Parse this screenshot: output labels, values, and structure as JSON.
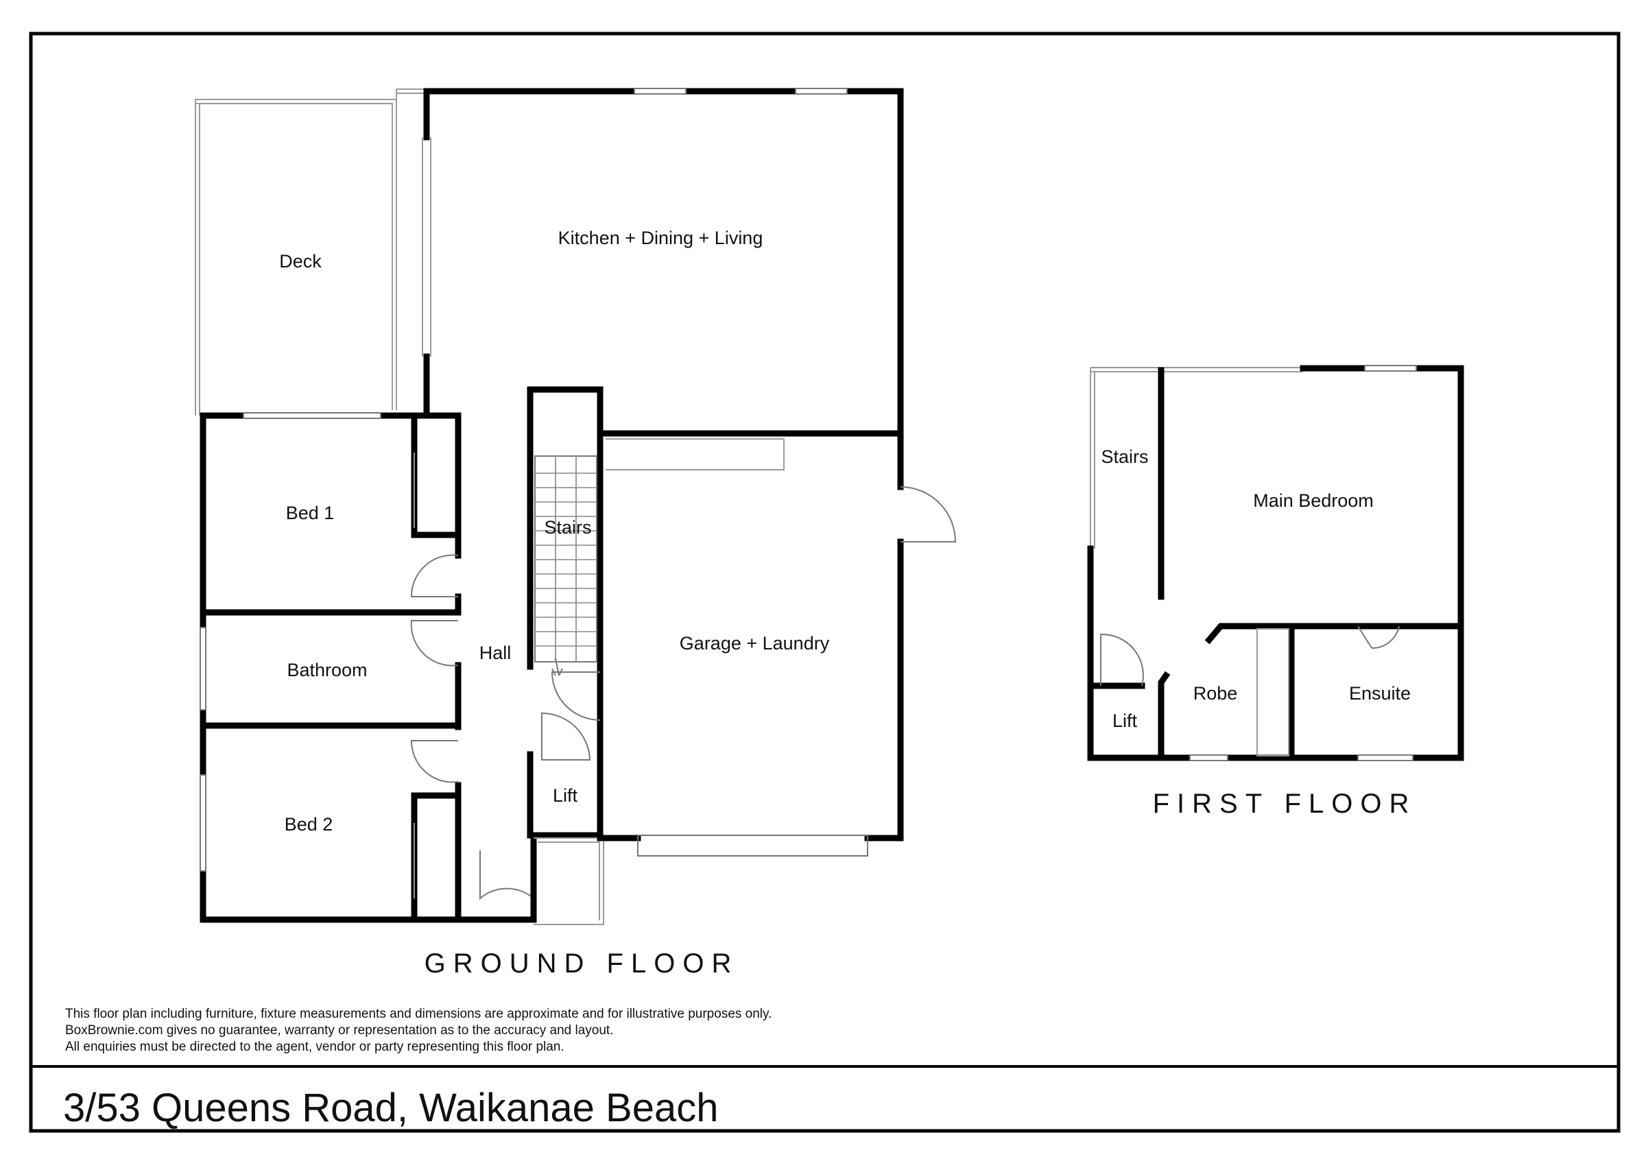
{
  "rooms": {
    "deck": "Deck",
    "kitchen_dining_living": "Kitchen + Dining + Living",
    "bed_1": "Bed 1",
    "bathroom": "Bathroom",
    "hall": "Hall",
    "stairs_ground": "Stairs",
    "garage_laundry": "Garage + Laundry",
    "lift_ground": "Lift",
    "bed_2": "Bed 2",
    "stairs_first": "Stairs",
    "main_bedroom": "Main Bedroom",
    "lift_first": "Lift",
    "robe": "Robe",
    "ensuite": "Ensuite"
  },
  "floors": {
    "ground": "GROUND FLOOR",
    "first": "FIRST FLOOR"
  },
  "disclaimer": [
    "This floor plan including furniture, fixture measurements and dimensions are approximate and for illustrative purposes only.",
    "BoxBrownie.com gives no guarantee, warranty or representation as to the accuracy and layout.",
    "All enquiries must be directed to the agent, vendor or party representing this floor plan."
  ],
  "address": "3/53 Queens Road, Waikanae Beach"
}
